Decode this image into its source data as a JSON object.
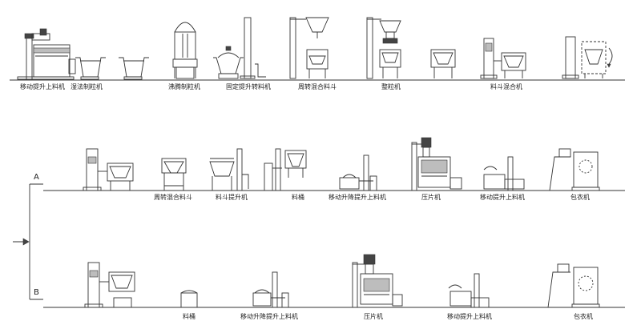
{
  "row1": {
    "labels": [
      "移动提升上料机",
      "湿法制粒机",
      "沸腾制粒机",
      "固定提升转料机",
      "周转混合料斗",
      "整粒机",
      "料斗混合机"
    ]
  },
  "row2": {
    "branch_label": "A",
    "labels": [
      "周转混合料斗",
      "料斗提升机",
      "料桶",
      "移动升降提升上料机",
      "压片机",
      "移动提升上料机",
      "包衣机"
    ]
  },
  "row3": {
    "branch_label": "B",
    "labels": [
      "料桶",
      "移动升降提升上料机",
      "压片机",
      "移动提升上料机",
      "包衣机"
    ]
  },
  "flow_arrow": "right-arrow"
}
